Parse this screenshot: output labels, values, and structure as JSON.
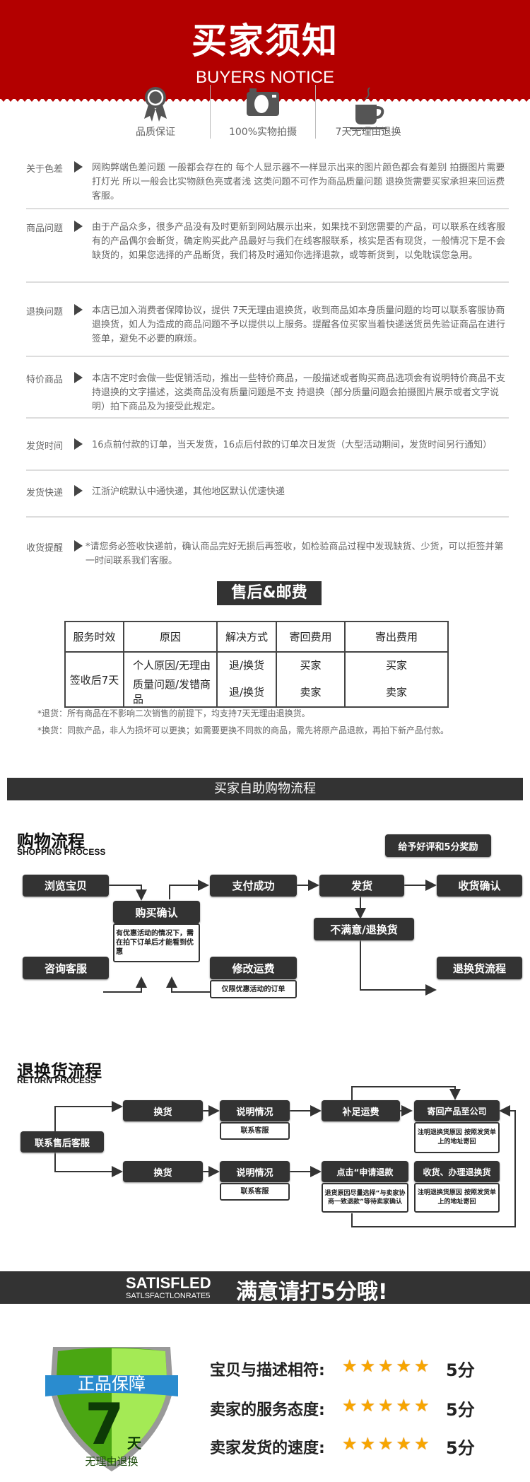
{
  "header": {
    "title": "买家须知",
    "subtitle": "BUYERS NOTICE",
    "accent": "#b30000"
  },
  "features": [
    {
      "icon": "award-ribbon-icon",
      "label": "品质保证"
    },
    {
      "icon": "camera-icon",
      "label": "100%实物拍摄"
    },
    {
      "icon": "coffee-cup-icon",
      "label": "7天无理由退换"
    }
  ],
  "notices": [
    {
      "key": "关于色差",
      "value": "网购弊端色差问题 一般都会存在的 每个人显示器不一样显示出来的图片颜色都会有差别 拍摄图片需要打灯光 所以一般会比实物颜色亮或者浅 这类问题不可作为商品质量问题 退换货需要买家承担来回运费",
      "extra": "客服。"
    },
    {
      "key": "商品问题",
      "value": "由于产品众多，很多产品没有及时更新到网站展示出来，如果找不到您需要的产品，可以联系在线客服",
      "value2": "有的产品偶尔会断货，确定购买此产品最好与我们在线客服联系，核实是否有现货，一般情况下是不会缺货的，如果您选择的产品断货，我们将及时通知你选择退款，或等新货到，以免耽误您急用。"
    },
    {
      "key": "退换问题",
      "value": "本店已加入消费者保障协议，提供 7天无理由退换货，收到商品如本身质量问题的均可以联系客服协商退换货，如人为造成的商品问题不予以提供以上服务。提醒各位买家当着快递送货员先验证商品在进行签单，避免不必要的麻烦。"
    },
    {
      "key": "特价商品",
      "value": "本店不定时会做一些促销活动，推出一些特价商品，一般描述或者购买商品选项会有说明特价商品不支持退换的文字描述，这类商品没有质量问题是不支 持退换（部分质量问题会拍摄图片展示或者文字说明）拍下商品及为接受此规定。"
    },
    {
      "key": "发货时间",
      "value": "16点前付款的订单，当天发货，16点后付款的订单次日发货（大型活动期间，发货时间另行通知）"
    },
    {
      "key": "发货快递",
      "value": "江浙沪皖默认中通快递，其他地区默认优速快递"
    },
    {
      "key": "收货提醒",
      "value": "*请您务必签收快递前，确认商品完好无损后再签收，如检验商品过程中发现缺货、少货，可以拒签并第一时间联系我们客服。"
    }
  ],
  "after_sales": {
    "title": "售后&邮费",
    "headers": [
      "服务时效",
      "原因",
      "解决方式",
      "寄回费用",
      "寄出费用"
    ],
    "period": "签收后7天",
    "rows": [
      [
        "个人原因/无理由",
        "退/换货",
        "买家",
        "买家"
      ],
      [
        "质量问题/发错商品",
        "退/换货",
        "卖家",
        "卖家"
      ]
    ],
    "notes": [
      "*退货：所有商品在不影响二次销售的前提下，均支持7天无理由退换货。",
      "*换货：同款产品，非人为损坏可以更换；如需要更换不同款的商品，需先将原产品退款，再拍下新产品付款。"
    ]
  },
  "process_banner": "买家自助购物流程",
  "shopping": {
    "title": "购物流程",
    "subtitle": "SHOPPING PROCESS",
    "reward": "给予好评和5分奖励",
    "browse": "浏览宝贝",
    "consult": "咨询客服",
    "confirm": "购买确认",
    "confirm_note": "有优惠活动的情况下，需在拍下订单后才能看到优惠",
    "pay": "支付成功",
    "modify": "修改运费",
    "modify_note": "仅限优惠活动的订单",
    "ship": "发货",
    "receive": "收货确认",
    "unsatisfied": "不满意/退换货",
    "return_flow": "退换货流程"
  },
  "returns": {
    "title": "退换货流程",
    "subtitle": "RETURN PROCESS",
    "contact": "联系售后客服",
    "exchange1": "换货",
    "exchange2": "换货",
    "explain1": "说明情况",
    "explain2": "说明情况",
    "explain_note1": "联系客服",
    "explain_note2": "联系客服",
    "postage": "补足运费",
    "send_back": "寄回产品至公司",
    "send_back_note": "注明退换货原因 按照发货单上的地址寄回",
    "refund": "点击“申请退款",
    "refund_note": "退货原因尽量选择“与卖家协商一致退款”等待卖家确认",
    "handle": "收货、办理退换货",
    "handle_note": "注明退换货原因 按照发货单上的地址寄回"
  },
  "satisfaction": {
    "title_en": "SATISFLED",
    "sub_en": "SATLSFACTLONRATE5",
    "title_cn": "满意请打5分哦!",
    "shield": {
      "top": "正品保障",
      "num": "7",
      "day": "天",
      "bottom": "无理由退换"
    },
    "ratings": [
      {
        "label": "宝贝与描述相符:",
        "stars": 5,
        "score": "5分"
      },
      {
        "label": "卖家的服务态度:",
        "stars": 5,
        "score": "5分"
      },
      {
        "label": "卖家发货的速度:",
        "stars": 5,
        "score": "5分"
      }
    ]
  }
}
